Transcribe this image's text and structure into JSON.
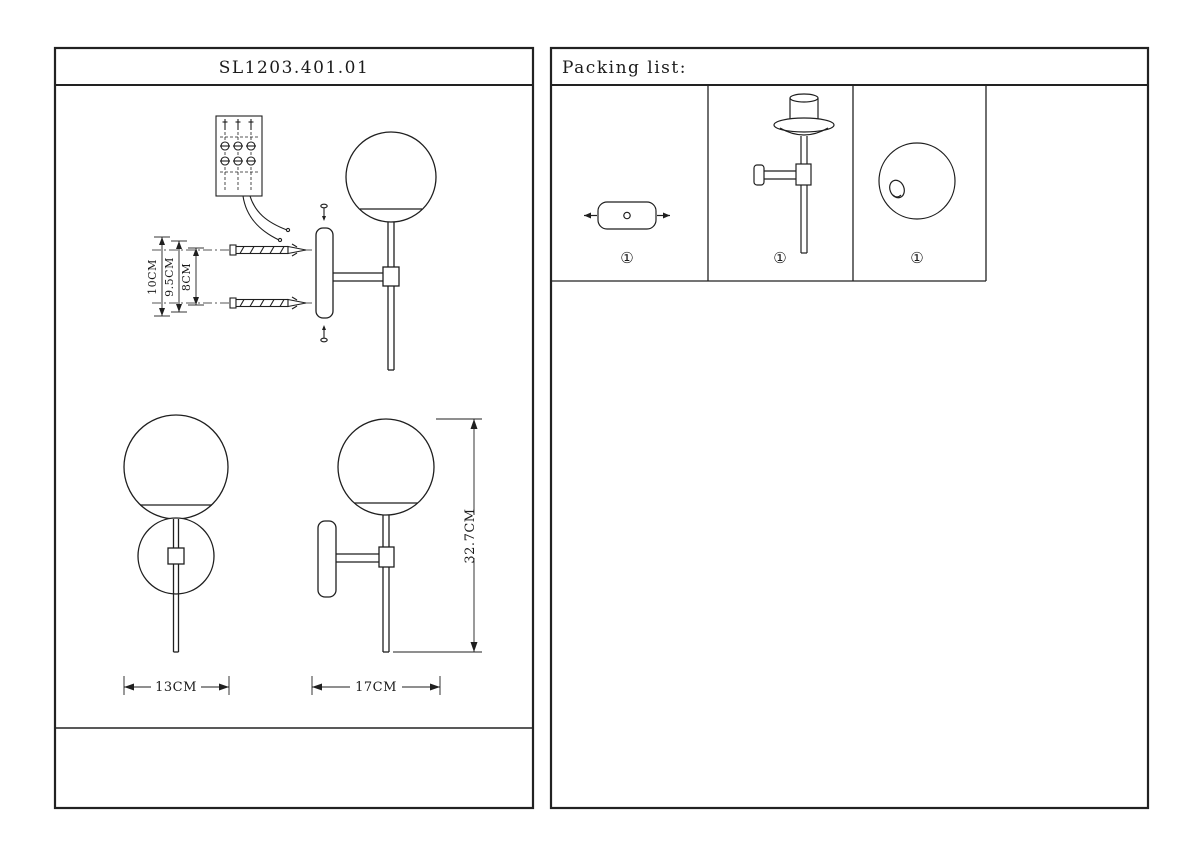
{
  "left_panel": {
    "title": "SL1203.401.01",
    "install_diagram": {
      "dim_10": "10CM",
      "dim_95": "9.5CM",
      "dim_8": "8CM"
    },
    "front_view": {
      "width_dim": "13CM"
    },
    "side_view": {
      "depth_dim": "17CM",
      "height_dim": "32.7CM"
    }
  },
  "right_panel": {
    "title": "Packing list:",
    "items": [
      {
        "part": "mounting-canopy",
        "qty": "①"
      },
      {
        "part": "stem-assembly",
        "qty": "①"
      },
      {
        "part": "glass-globe",
        "qty": "①"
      }
    ]
  }
}
